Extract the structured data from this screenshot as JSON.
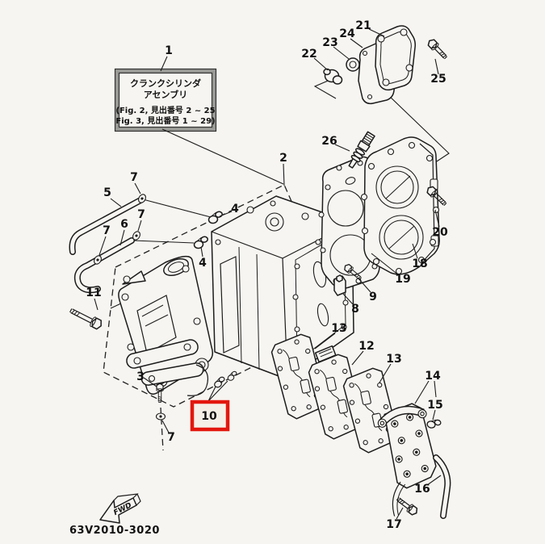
{
  "figure": {
    "code": "63V2010-3020",
    "fwd": "FWD"
  },
  "info_box": {
    "title_line1": "クランクシリンダ",
    "title_line2": "アセンブリ",
    "ref_line1": "(Fig. 2, 見出番号 2 ~ 25",
    "ref_line2": "Fig. 3, 見出番号 1 ~ 29)"
  },
  "highlight": {
    "part": "10",
    "color": "#e3170d",
    "fill": "#f4f0e8"
  },
  "callouts": {
    "c1": {
      "label": "1"
    },
    "c2": {
      "label": "2"
    },
    "c3": {
      "label": "3"
    },
    "c4a": {
      "label": "4"
    },
    "c4b": {
      "label": "4"
    },
    "c5": {
      "label": "5"
    },
    "c6": {
      "label": "6"
    },
    "c7a": {
      "label": "7"
    },
    "c7b": {
      "label": "7"
    },
    "c7c": {
      "label": "7"
    },
    "c7d": {
      "label": "7"
    },
    "c8": {
      "label": "8"
    },
    "c9": {
      "label": "9"
    },
    "c10": {
      "label": "10"
    },
    "c11": {
      "label": "11"
    },
    "c12": {
      "label": "12"
    },
    "c13a": {
      "label": "13"
    },
    "c13b": {
      "label": "13"
    },
    "c14": {
      "label": "14"
    },
    "c15": {
      "label": "15"
    },
    "c16": {
      "label": "16"
    },
    "c17": {
      "label": "17"
    },
    "c18": {
      "label": "18"
    },
    "c19": {
      "label": "19"
    },
    "c20": {
      "label": "20"
    },
    "c21": {
      "label": "21"
    },
    "c22": {
      "label": "22"
    },
    "c23": {
      "label": "23"
    },
    "c24": {
      "label": "24"
    },
    "c25": {
      "label": "25"
    },
    "c26": {
      "label": "26"
    }
  }
}
